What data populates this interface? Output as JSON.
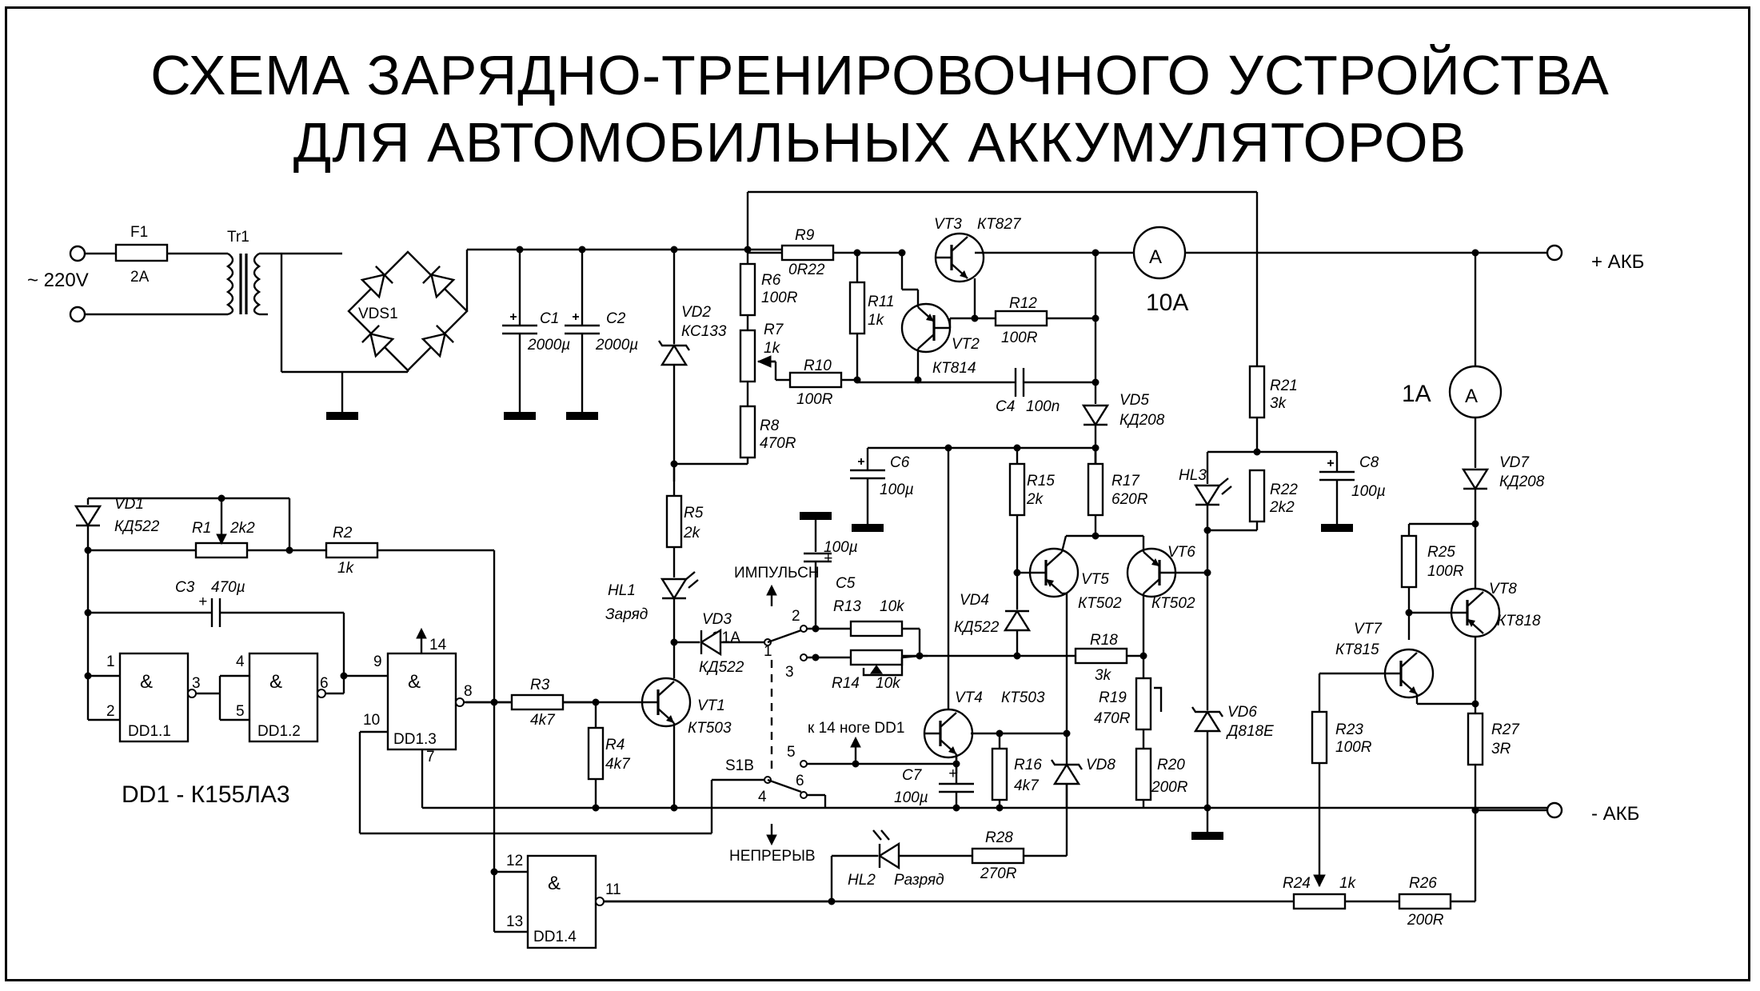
{
  "title": {
    "line1": "СХЕМА ЗАРЯДНО-ТРЕНИРОВОЧНОГО УСТРОЙСТВА",
    "line2": "ДЛЯ АВТОМОБИЛЬНЫХ АККУМУЛЯТОРОВ"
  },
  "terminals": {
    "mains": "~ 220V",
    "plus": "+ АКБ",
    "minus": "- АКБ"
  },
  "meters": {
    "main_range": "10A",
    "aux_range": "1A",
    "symbol": "A"
  },
  "chip_note": "DD1 - К155ЛА3",
  "switch_labels": {
    "pulse": "ИМПУЛЬСН",
    "continuous": "НЕПРЕРЫВ",
    "dd1_pin14": "к 14 ноге DD1",
    "s1a": "S1A",
    "s1b": "S1B"
  },
  "components": {
    "F1": {
      "name": "F1",
      "value": "2A"
    },
    "Tr1": {
      "name": "Tr1"
    },
    "VDS1": {
      "name": "VDS1"
    },
    "C1": {
      "name": "C1",
      "value": "2000µ"
    },
    "C2": {
      "name": "C2",
      "value": "2000µ"
    },
    "VD2": {
      "name": "VD2",
      "value": "КС133"
    },
    "R9": {
      "name": "R9",
      "value": "0R22"
    },
    "R6": {
      "name": "R6",
      "value": "100R"
    },
    "R7": {
      "name": "R7",
      "value": "1k"
    },
    "R8": {
      "name": "R8",
      "value": "470R"
    },
    "R10": {
      "name": "R10",
      "value": "100R"
    },
    "R11": {
      "name": "R11",
      "value": "1k"
    },
    "VT3": {
      "name": "VT3",
      "value": "КТ827"
    },
    "VT2": {
      "name": "VT2",
      "value": "КТ814"
    },
    "R12": {
      "name": "R12",
      "value": "100R"
    },
    "C4": {
      "name": "C4",
      "value": "100n"
    },
    "VD5": {
      "name": "VD5",
      "value": "КД208"
    },
    "R21": {
      "name": "R21",
      "value": "3k"
    },
    "R22": {
      "name": "R22",
      "value": "2k2"
    },
    "HL3": {
      "name": "HL3"
    },
    "C8": {
      "name": "C8",
      "value": "100µ"
    },
    "C6": {
      "name": "C6",
      "value": "100µ"
    },
    "R15": {
      "name": "R15",
      "value": "2k"
    },
    "R17": {
      "name": "R17",
      "value": "620R"
    },
    "VT5": {
      "name": "VT5",
      "value": "КТ502"
    },
    "VT6": {
      "name": "VT6",
      "value": "КТ502"
    },
    "VD4": {
      "name": "VD4",
      "value": "КД522"
    },
    "R18": {
      "name": "R18",
      "value": "3k"
    },
    "R19": {
      "name": "R19",
      "value": "470R"
    },
    "R20": {
      "name": "R20",
      "value": "200R"
    },
    "VD6": {
      "name": "VD6",
      "value": "Д818Е"
    },
    "VT4": {
      "name": "VT4",
      "value": "КТ503"
    },
    "R16": {
      "name": "R16",
      "value": "4k7"
    },
    "VD8": {
      "name": "VD8"
    },
    "C7": {
      "name": "C7",
      "value": "100µ"
    },
    "R28": {
      "name": "R28",
      "value": "270R"
    },
    "HL2": {
      "name": "HL2",
      "value": "Разряд"
    },
    "R24": {
      "name": "R24",
      "value": "1k"
    },
    "R26": {
      "name": "R26",
      "value": "200R"
    },
    "VD7": {
      "name": "VD7",
      "value": "КД208"
    },
    "R25": {
      "name": "R25",
      "value": "100R"
    },
    "VT8": {
      "name": "VT8",
      "value": "КТ818"
    },
    "VT7": {
      "name": "VT7",
      "value": "КТ815"
    },
    "R23": {
      "name": "R23",
      "value": "100R"
    },
    "R27": {
      "name": "R27",
      "value": "3R"
    },
    "R5": {
      "name": "R5",
      "value": "2k"
    },
    "HL1": {
      "name": "HL1",
      "value": "Заряд"
    },
    "VD3": {
      "name": "VD3",
      "value": "КД522"
    },
    "C5": {
      "name": "C5",
      "value": "100µ"
    },
    "R13": {
      "name": "R13",
      "value": "10k"
    },
    "R14": {
      "name": "R14",
      "value": "10k"
    },
    "VT1": {
      "name": "VT1",
      "value": "КТ503"
    },
    "R3": {
      "name": "R3",
      "value": "4k7"
    },
    "R4": {
      "name": "R4",
      "value": "4k7"
    },
    "VD1": {
      "name": "VD1",
      "value": "КД522"
    },
    "R1": {
      "name": "R1",
      "value": "2k2"
    },
    "R2": {
      "name": "R2",
      "value": "1k"
    },
    "C3": {
      "name": "C3",
      "value": "470µ"
    },
    "DD1_1": {
      "name": "DD1.1"
    },
    "DD1_2": {
      "name": "DD1.2"
    },
    "DD1_3": {
      "name": "DD1.3"
    },
    "DD1_4": {
      "name": "DD1.4"
    }
  },
  "gate_symbol": "&",
  "pins": {
    "p1": "1",
    "p2": "2",
    "p3": "3",
    "p4": "4",
    "p5": "5",
    "p6": "6",
    "p7": "7",
    "p8": "8",
    "p9": "9",
    "p10": "10",
    "p11": "11",
    "p12": "12",
    "p13": "13",
    "p14": "14"
  }
}
